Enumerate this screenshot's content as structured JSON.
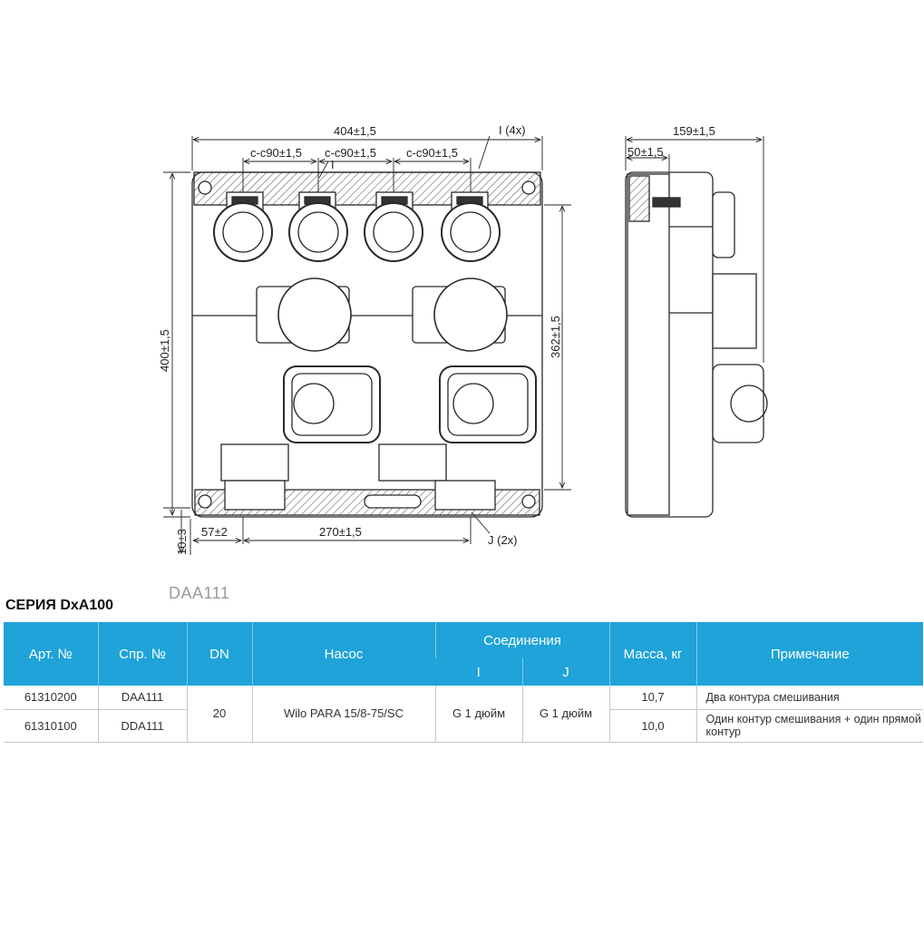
{
  "drawing": {
    "dims": {
      "width_total": "404±1,5",
      "cc1": "c-c90±1,5",
      "cc2": "c-c90±1,5",
      "cc3": "c-c90±1,5",
      "label_i4": "I (4x)",
      "label_i": "I",
      "height_total": "400±1,5",
      "height_inner": "362±1,5",
      "offset_bottom": "10±3",
      "offset_left": "57±2",
      "spacing_bottom": "270±1,5",
      "label_j2": "J (2x)",
      "side_depth": "159±1,5",
      "side_offset": "50±1,5"
    },
    "colors": {
      "line": "#2a2a2a",
      "hatch": "#555555",
      "body": "#ffffff"
    }
  },
  "caption": "DAA111",
  "series_title": "СЕРИЯ DxA100",
  "table": {
    "header_color": "#1fa3d8",
    "headers": {
      "art": "Арт. №",
      "spr": "Спр. №",
      "dn": "DN",
      "pump": "Насос",
      "connections": "Соединения",
      "conn_i": "I",
      "conn_j": "J",
      "mass": "Масса, кг",
      "note": "Примечание"
    },
    "rows": [
      {
        "art": "61310200",
        "spr": "DAA111",
        "mass": "10,7",
        "note": "Два контура смешивания"
      },
      {
        "art": "61310100",
        "spr": "DDA111",
        "mass": "10,0",
        "note": "Один контур смешивания + один прямой контур"
      }
    ],
    "shared": {
      "dn": "20",
      "pump": "Wilo PARA 15/8-75/SC",
      "conn_i": "G 1 дюйм",
      "conn_j": "G 1 дюйм"
    }
  }
}
